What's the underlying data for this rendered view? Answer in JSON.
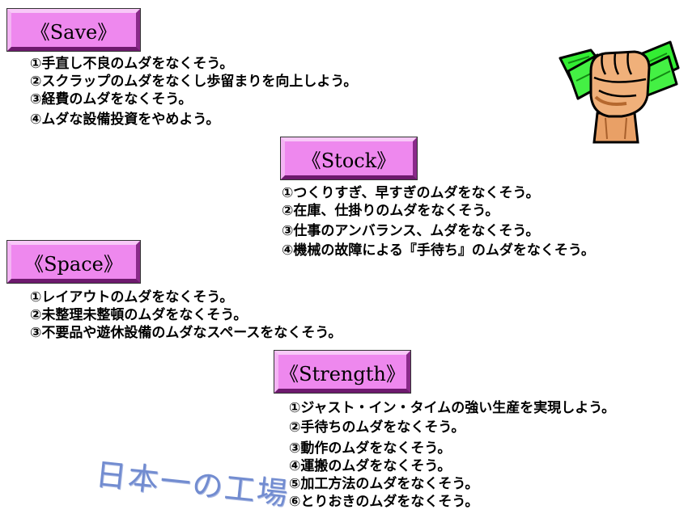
{
  "sections": [
    {
      "title": "《Save》",
      "items": [
        "①手直し不良のムダをなくそう。",
        "②スクラップのムダをなくし歩留まりを向上しよう。",
        "③経費のムダをなくそう。",
        "④ムダな設備投資をやめよう。"
      ]
    },
    {
      "title": "《Stock》",
      "items": [
        "①つくりすぎ、早すぎのムダをなくそう。",
        "②在庫、仕掛りのムダをなくそう。",
        "③仕事のアンバランス、ムダをなくそう。",
        "④機械の故障による『手待ち』のムダをなくそう。"
      ]
    },
    {
      "title": "《Space》",
      "items": [
        "①レイアウトのムダをなくそう。",
        "②未整理未整頓のムダをなくそう。",
        "③不要品や遊休設備のムダなスペースをなくそう。"
      ]
    },
    {
      "title": "《Strength》",
      "items": [
        "①ジャスト・イン・タイムの強い生産を実現しよう。",
        "②手待ちのムダをなくそう。",
        "③動作のムダをなくそう。",
        "④運搬のムダをなくそう。",
        "⑤加工方法のムダをなくそう。",
        "⑥とりおきのムダをなくそう。"
      ]
    }
  ],
  "slogan": "日本一の工場",
  "colors": {
    "banner": "#ee88ee",
    "money": "#33ee33",
    "fist": "#e9a066",
    "slogan": "#5a78c8"
  },
  "icons": {
    "illustration": "fist-holding-money-icon"
  }
}
